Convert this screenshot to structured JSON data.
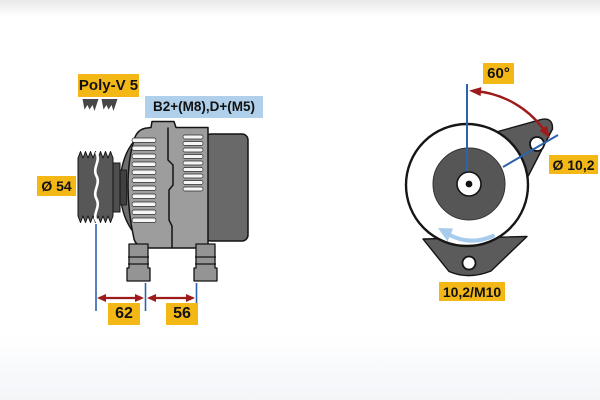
{
  "diagram": {
    "subject": "alternator technical drawing, side view and front view",
    "colors": {
      "label_yellow": "#f3b816",
      "label_blue": "#afcfea",
      "dimension_arrow_red": "#9e1b1b",
      "dimension_line_blue": "#2e63ab",
      "rotation_arrow_blue": "#a6cbed",
      "body_gray": "#9d9d9d",
      "dark_gray": "#5b5b5b"
    },
    "side_view": {
      "belt_label": "Poly-V 5",
      "belt_profile_icon": "poly-v-belt-profile",
      "terminal_label": "B2+(M8),D+(M5)",
      "pulley_diameter_label": "Ø 54",
      "dim_front": "62",
      "dim_rear": "56"
    },
    "front_view": {
      "angle_label": "60°",
      "hole_diameter_label": "Ø 10,2",
      "mount_label": "10,2/M10",
      "rotation_icon": "counterclockwise-rotation-arrow"
    }
  }
}
